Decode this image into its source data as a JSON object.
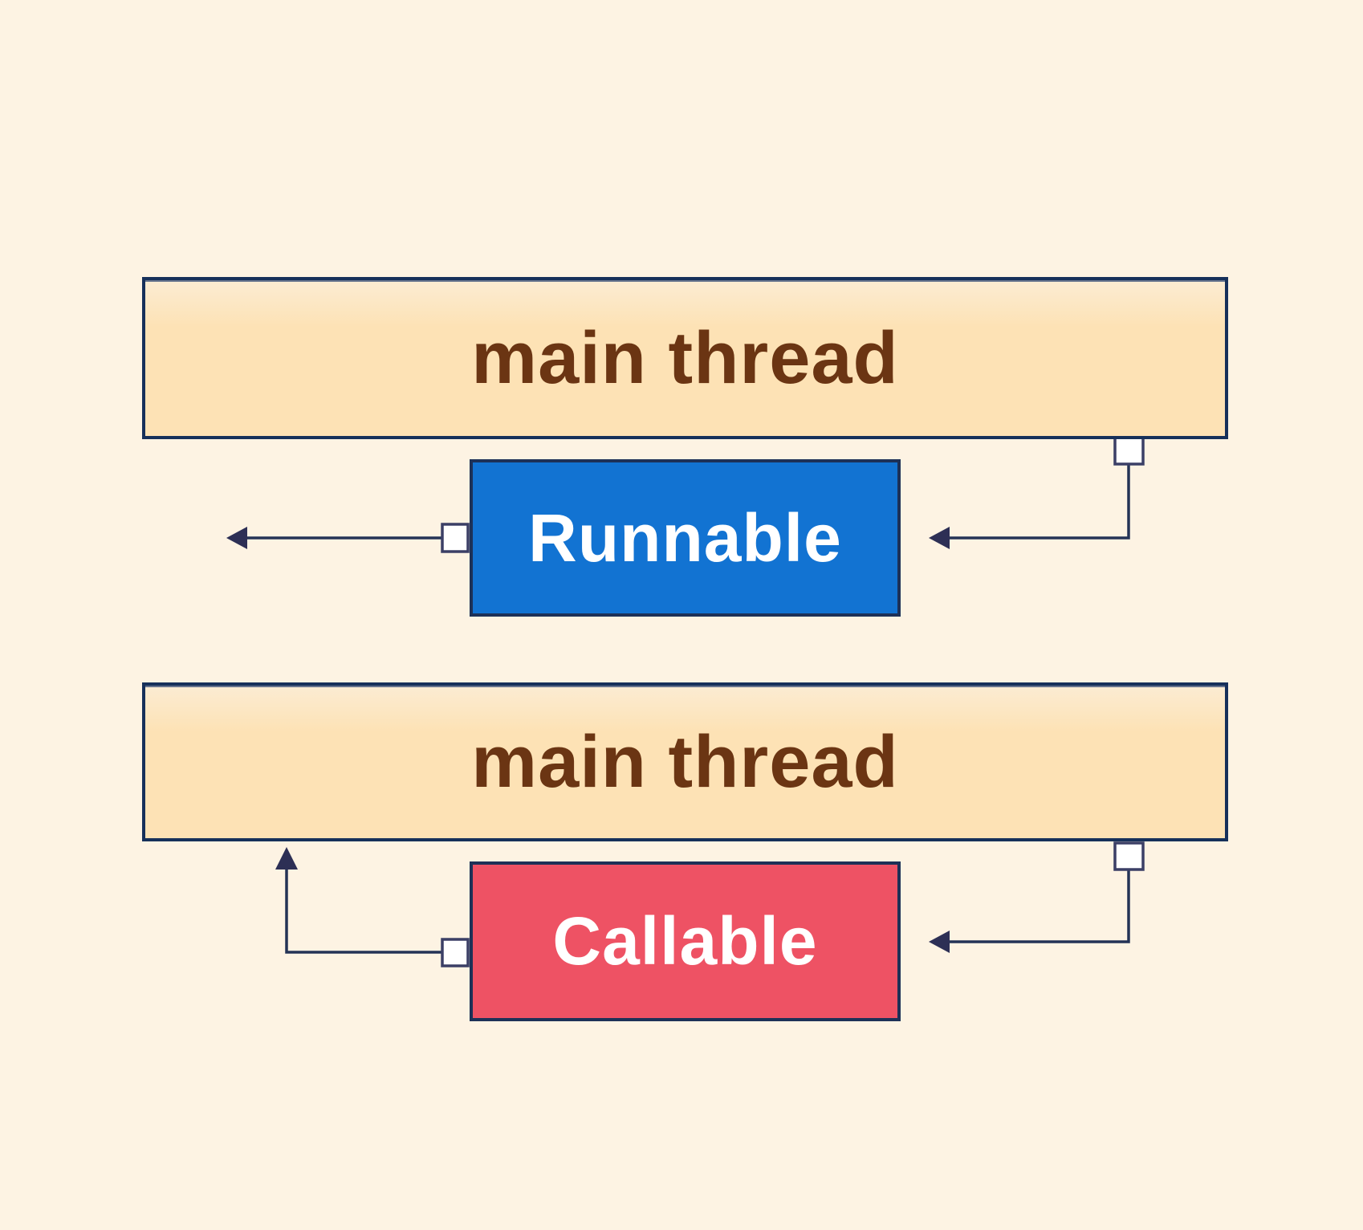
{
  "diagram": {
    "background_color": "#fdf3e3",
    "thread_box_border_color": "#16305a",
    "thread_box_fill": "#fde2b5",
    "thread_text_color": "#6b3513",
    "connector_line_color": "#243356",
    "arrowhead_color": "#2d2f55",
    "connector_square_fill": "#ffffff",
    "connector_square_border": "#3b3f66",
    "sections": [
      {
        "thread_label": "main thread",
        "task_label": "Runnable",
        "task_fill": "#1273d2",
        "task_text_color": "#ffffff"
      },
      {
        "thread_label": "main thread",
        "task_label": "Callable",
        "task_fill": "#ee5264",
        "task_text_color": "#ffffff"
      }
    ]
  }
}
